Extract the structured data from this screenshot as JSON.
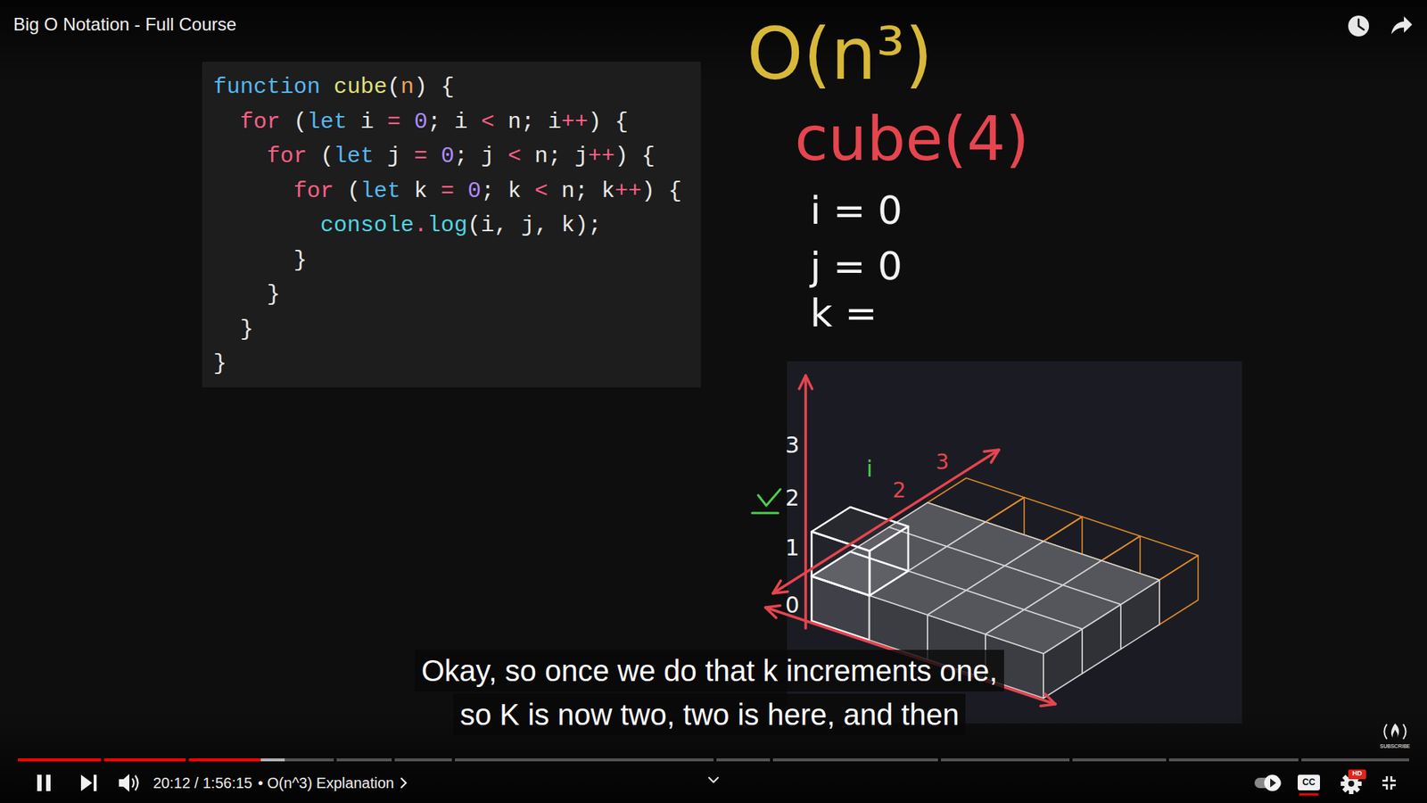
{
  "diagram": {
    "title": "Big O Notation - Full Course",
    "nodes": [
      {
        "text": [
          "function cube(n) {",
          "for (let i = 0; i < n; i++) {",
          "for (let j = 0; j < n; j++) {",
          "for (let k = 0; k < n; k++) {",
          "console.log(i, j, k);",
          "}",
          "}",
          "}",
          "}"
        ]
      },
      {
        "text": [
          "Okay, so once we do that k increments one,"
        ]
      },
      {
        "text": [
          "so K is now two, two is here, and then"
        ]
      }
    ],
    "labels": [
      "O(n³)",
      "cube(4)",
      "i = 0",
      "j = 0",
      "k =",
      "3",
      "2",
      "1",
      "0",
      "i",
      "2",
      "3",
      "20:12 / 1:56:15",
      "• O(n^3) Explanation",
      "CC",
      "HD",
      "SUBSCRIBE"
    ]
  }
}
